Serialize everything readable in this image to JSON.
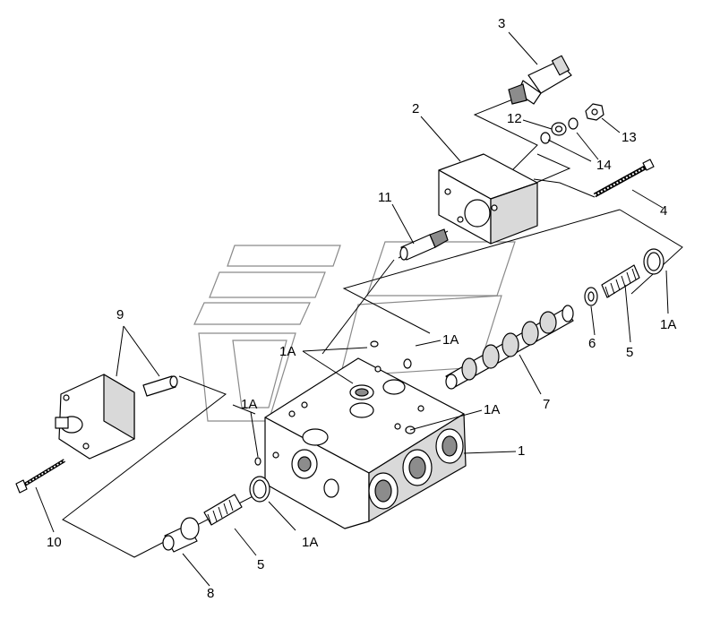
{
  "labels": {
    "l1": "1",
    "l2": "2",
    "l3": "3",
    "l4": "4",
    "l5a": "5",
    "l5b": "5",
    "l6": "6",
    "l7": "7",
    "l8": "8",
    "l9": "9",
    "l10": "10",
    "l11": "11",
    "l12": "12",
    "l13": "13",
    "l14": "14",
    "l1a_a": "1A",
    "l1a_b": "1A",
    "l1a_c": "1A",
    "l1a_d": "1A",
    "l1a_e": "1A",
    "l1a_f": "1A"
  }
}
